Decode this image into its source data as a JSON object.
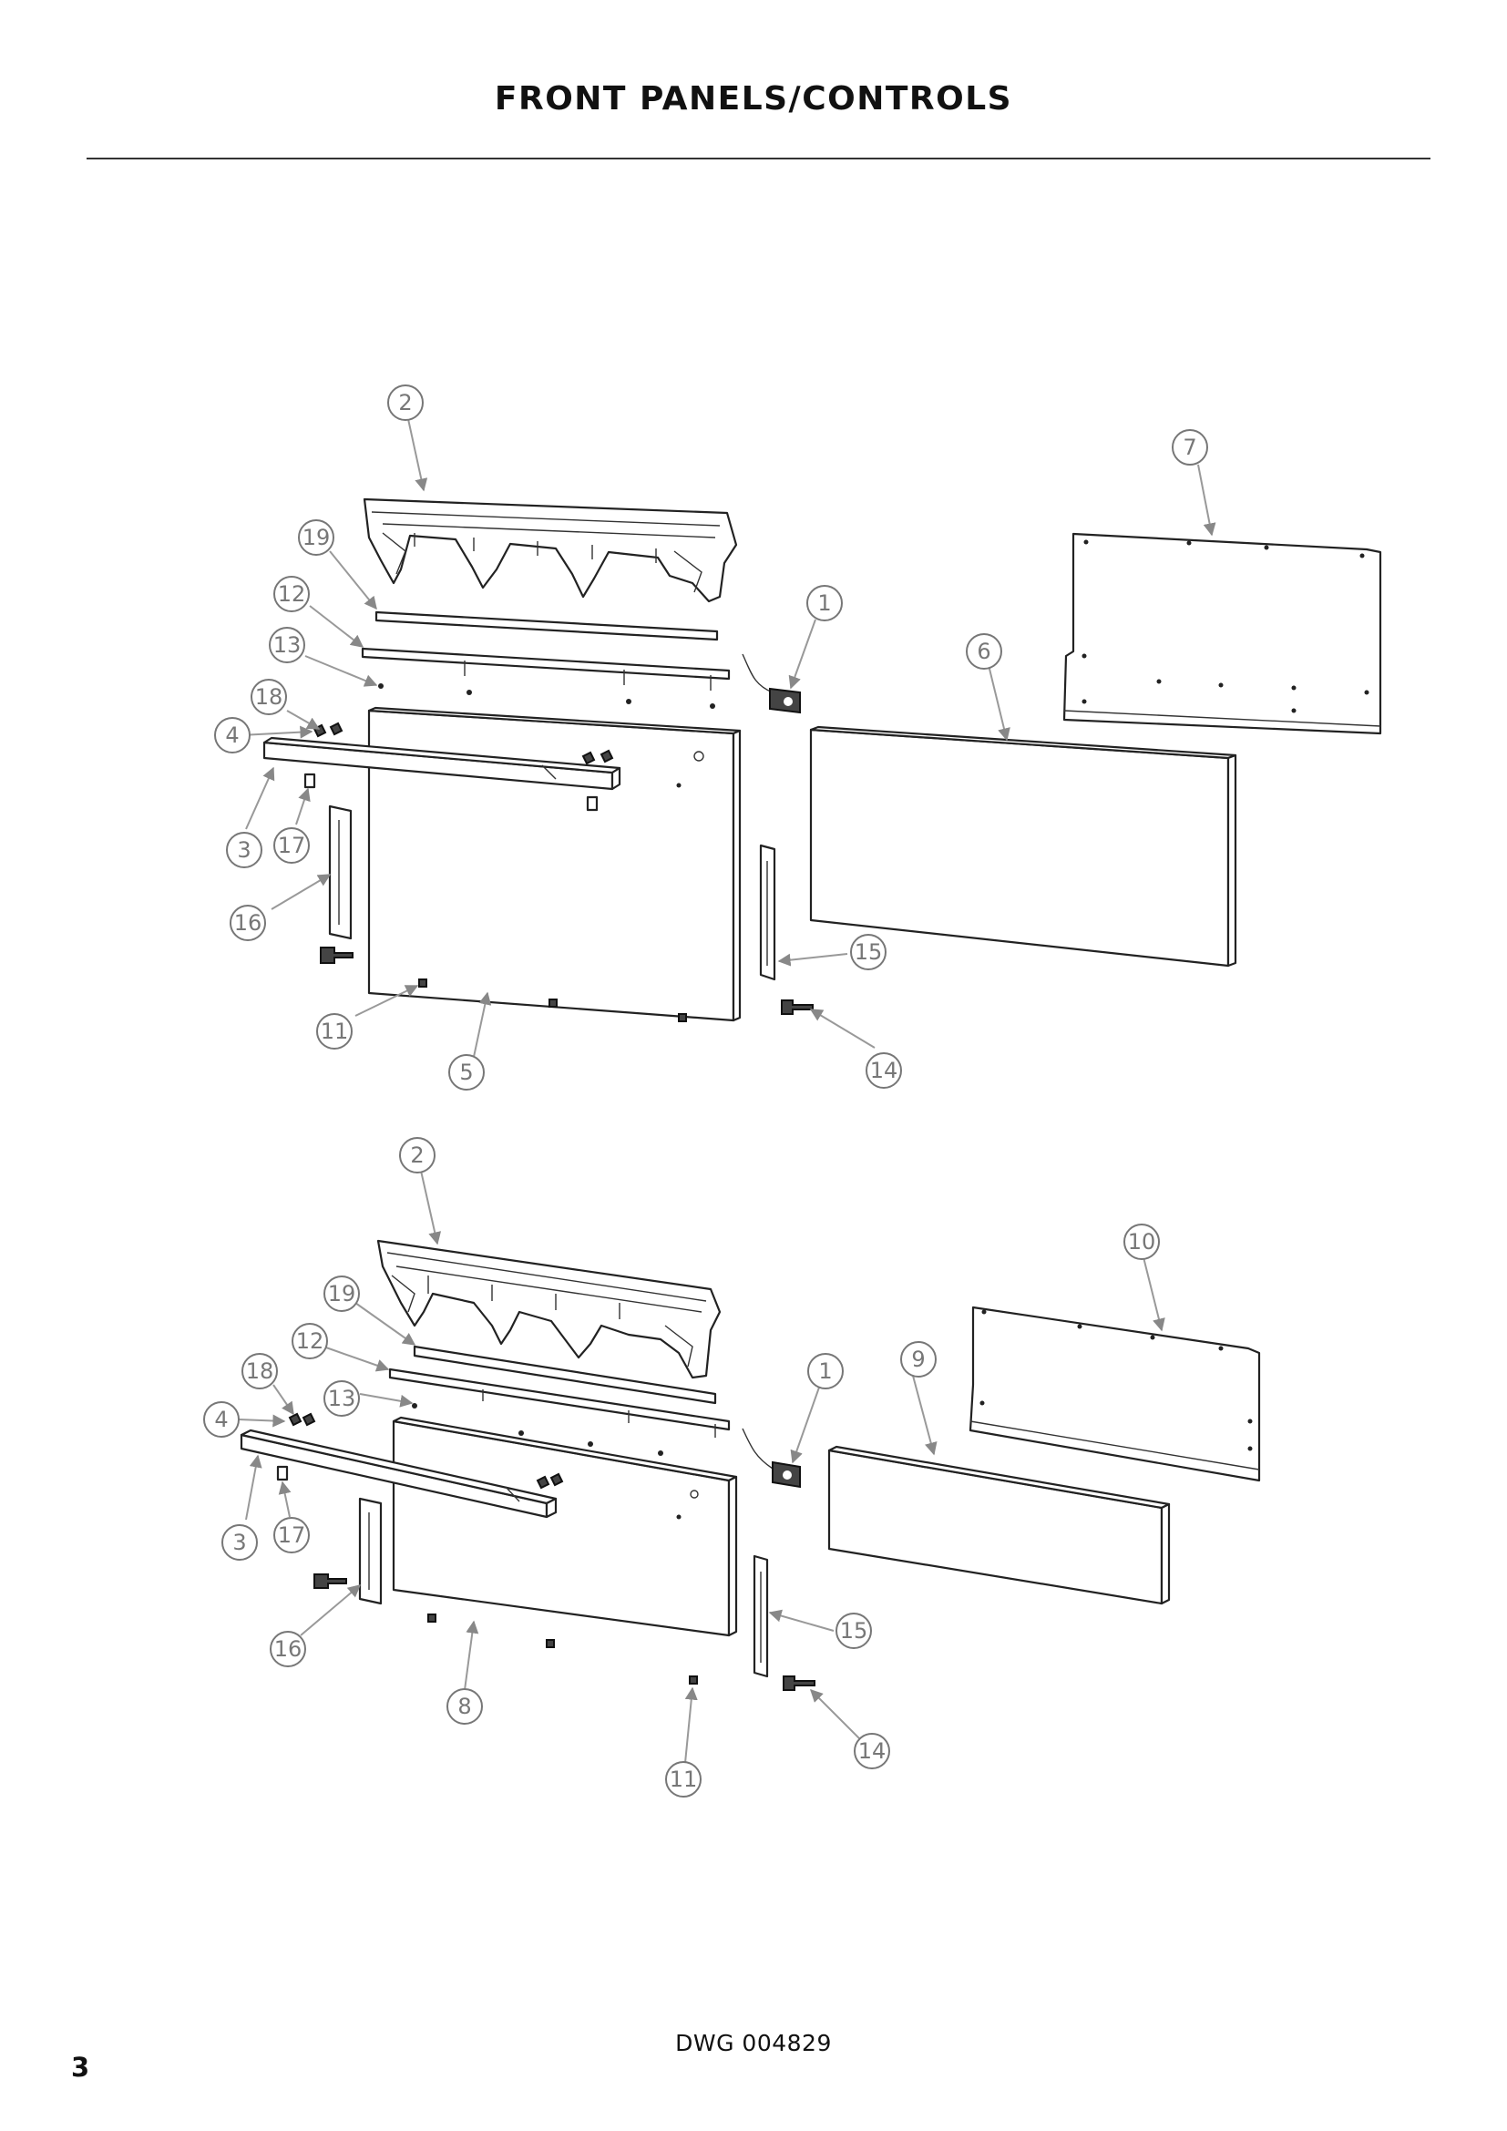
{
  "header": {
    "title": "FRONT PANELS/CONTROLS"
  },
  "footer": {
    "drawing_number": "DWG 004829",
    "page_number": "3"
  },
  "diagrams": [
    {
      "callouts": [
        "1",
        "2",
        "3",
        "4",
        "5",
        "6",
        "7",
        "11",
        "12",
        "13",
        "14",
        "15",
        "16",
        "17",
        "18",
        "19"
      ]
    },
    {
      "callouts": [
        "1",
        "2",
        "3",
        "4",
        "8",
        "9",
        "10",
        "11",
        "12",
        "13",
        "14",
        "15",
        "16",
        "17",
        "18",
        "19"
      ]
    }
  ]
}
